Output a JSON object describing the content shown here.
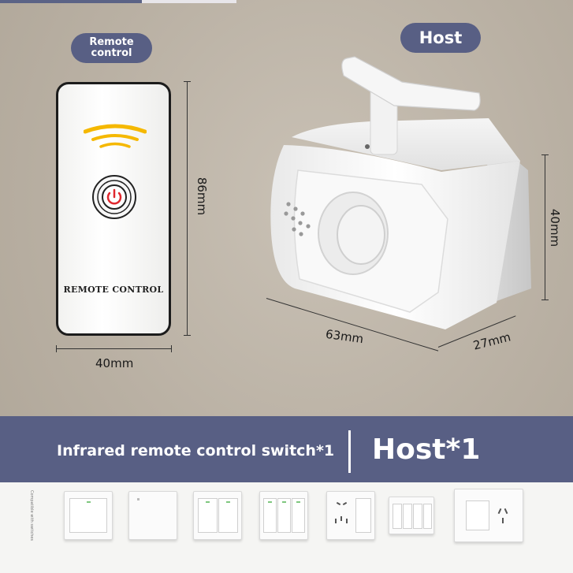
{
  "labels": {
    "remote_badge": "Remote control",
    "host_badge": "Host",
    "remote_body_text": "REMOTE CONTROL"
  },
  "dimensions": {
    "remote_height": "86mm",
    "remote_width": "40mm",
    "host_height": "40mm",
    "host_width": "63mm",
    "host_depth": "27mm"
  },
  "banner": {
    "left_text": "Infrared remote control switch*1",
    "right_text": "Host*1"
  },
  "compat": {
    "vertical_text": "Compatible with switches",
    "switches": [
      "single-rocker",
      "single-flat",
      "double-rocker",
      "triple-rocker",
      "socket-combo",
      "quad-rocker",
      "socket-wide"
    ]
  },
  "icons": {
    "signal": "signal-waves-icon",
    "power": "power-icon",
    "speaker": "speaker-holes-icon"
  },
  "colors": {
    "accent": "#585f84",
    "signal": "#f5b800",
    "power": "#e0282e"
  }
}
